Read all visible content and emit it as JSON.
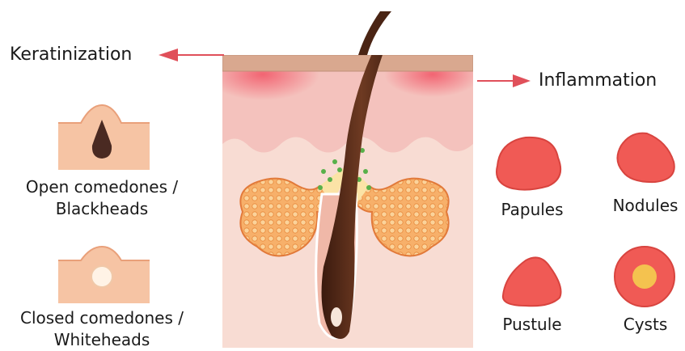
{
  "labels": {
    "keratinization": "Keratinization",
    "inflammation": "Inflammation",
    "open_comedones_line1": "Open comedones /",
    "open_comedones_line2": "Blackheads",
    "closed_comedones_line1": "Closed comedones /",
    "closed_comedones_line2": "Whiteheads",
    "papules": "Papules",
    "nodules": "Nodules",
    "pustule": "Pustule",
    "cysts": "Cysts"
  },
  "colors": {
    "arrow": "#e0505a",
    "skin_top_layer": "#d9a88f",
    "epidermis": "#f4c2bd",
    "dermis": "#f8dcd3",
    "hair": "#5c2e1c",
    "gland": "#f5a35b",
    "lesion": "#f05a55",
    "comedone_skin": "#f6c4a4",
    "blackhead": "#4a2a22",
    "whitehead": "#fff3e6",
    "cyst_core": "#f4c24f"
  }
}
